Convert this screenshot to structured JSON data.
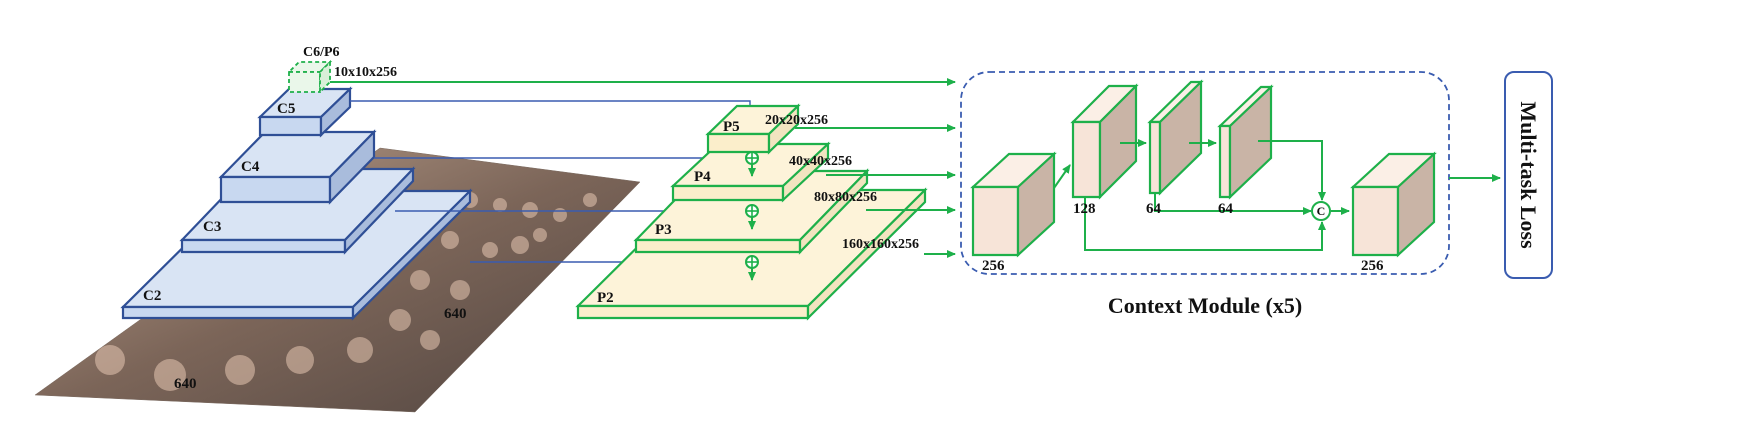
{
  "backbone": {
    "c6p6": "C6/P6",
    "c6_dims": "10x10x256",
    "c5": "C5",
    "c4": "C4",
    "c3": "C3",
    "c2": "C2",
    "width_label": "640",
    "height_label": "640"
  },
  "fpn": {
    "p5": "P5",
    "p5_dims": "20x20x256",
    "p4": "P4",
    "p4_dims": "40x40x256",
    "p3": "P3",
    "p3_dims": "80x80x256",
    "p2": "P2",
    "p2_dims": "160x160x256"
  },
  "context_module": {
    "title": "Context Module (x5)",
    "in_channels": "256",
    "b1_channels": "128",
    "b2_channels": "64",
    "b3_channels": "64",
    "concat_symbol": "C",
    "out_channels": "256"
  },
  "loss": {
    "label": "Multi-task Loss"
  },
  "colors": {
    "backbone": "#2f4f96",
    "fpn_stroke": "#1eb04a",
    "fpn_fill": "#fbeecb",
    "context_border": "#3a5cb0",
    "loss_border": "#3a5cb0"
  }
}
